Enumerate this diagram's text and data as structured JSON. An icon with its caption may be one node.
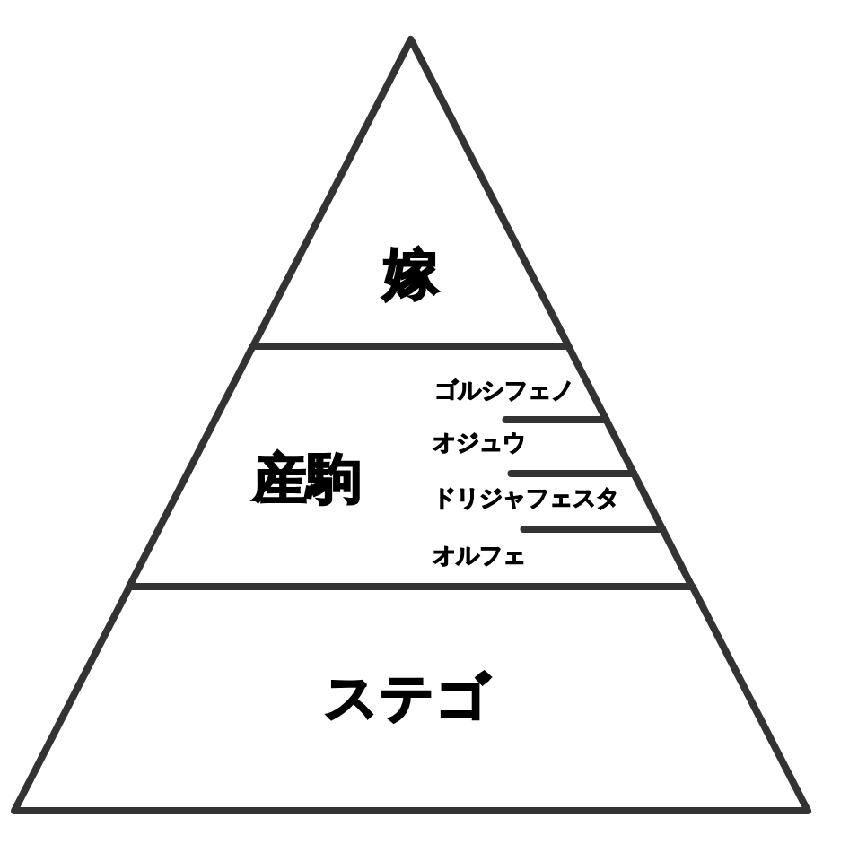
{
  "diagram": {
    "nodes": [
      {
        "text": [
          "嫁"
        ]
      },
      {
        "text": [
          "産駒",
          "ゴルシフェノ",
          "オジュウ",
          "ドリジャフェスタ",
          "オルフェ"
        ]
      },
      {
        "text": [
          "ステゴ"
        ]
      }
    ]
  }
}
